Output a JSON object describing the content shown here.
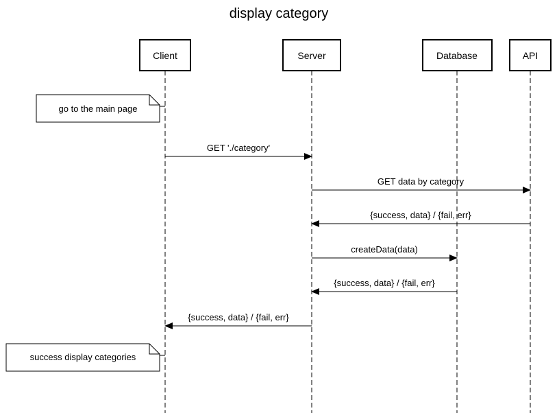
{
  "diagram": {
    "title": "display category",
    "participants": [
      {
        "id": "client",
        "label": "Client"
      },
      {
        "id": "server",
        "label": "Server"
      },
      {
        "id": "database",
        "label": "Database"
      },
      {
        "id": "api",
        "label": "API"
      }
    ],
    "steps": [
      {
        "kind": "note",
        "on": "client",
        "text": "go to the main page"
      },
      {
        "kind": "message",
        "from": "client",
        "to": "server",
        "text": "GET './category'"
      },
      {
        "kind": "message",
        "from": "server",
        "to": "api",
        "text": "GET data by category"
      },
      {
        "kind": "message",
        "from": "api",
        "to": "server",
        "text": "{success, data} / {fail, err}"
      },
      {
        "kind": "message",
        "from": "server",
        "to": "database",
        "text": "createData(data)"
      },
      {
        "kind": "message",
        "from": "database",
        "to": "server",
        "text": "{success, data} / {fail, err}"
      },
      {
        "kind": "message",
        "from": "server",
        "to": "client",
        "text": "{success, data} / {fail, err}"
      },
      {
        "kind": "note",
        "on": "client",
        "text": "success display categories"
      }
    ]
  }
}
